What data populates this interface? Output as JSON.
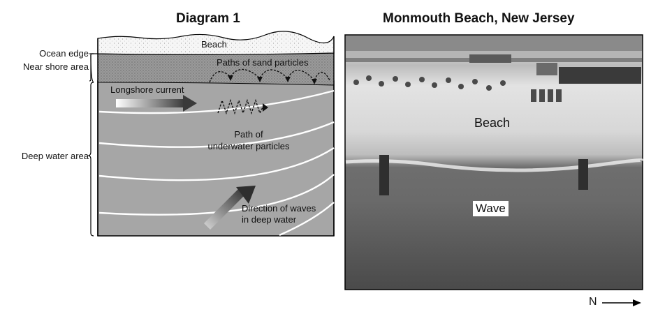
{
  "diagram": {
    "title": "Diagram 1",
    "side_labels": {
      "ocean_edge": "Ocean edge",
      "near_shore": "Near shore area",
      "deep_water": "Deep water area"
    },
    "labels": {
      "beach": "Beach",
      "sand_paths": "Paths of sand particles",
      "longshore": "Longshore current",
      "underwater_line1": "Path of",
      "underwater_line2": "underwater particles",
      "waves_line1": "Direction of waves",
      "waves_line2": "in deep water"
    }
  },
  "photo": {
    "title": "Monmouth Beach, New Jersey",
    "beach_label": "Beach",
    "wave_label": "Wave",
    "north_label": "N"
  },
  "colors": {
    "water": "#a6a6a6",
    "near_shore": "#8e8e8e",
    "beach": "#f4f4f4"
  }
}
